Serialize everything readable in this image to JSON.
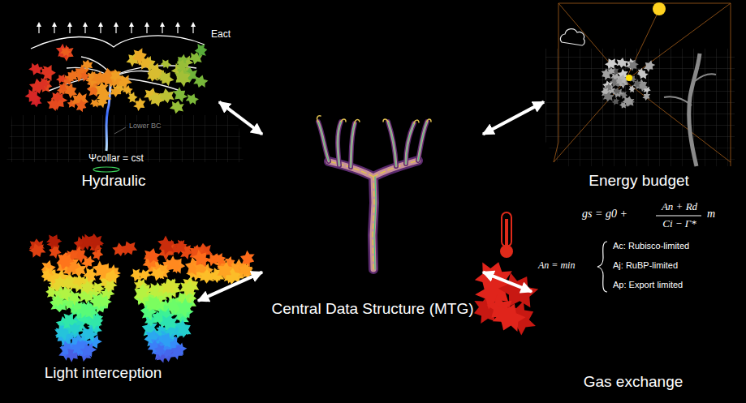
{
  "diagram": {
    "nodes": [
      {
        "text": [
          "Hydraulic"
        ]
      },
      {
        "text": [
          "Energy budget"
        ]
      },
      {
        "text": [
          "Central Data Structure (MTG)"
        ]
      },
      {
        "text": [
          "Light interception"
        ]
      },
      {
        "text": [
          "Gas exchange"
        ]
      }
    ],
    "edges": [
      {
        "from": 2,
        "to": 0,
        "arrow": "both"
      },
      {
        "from": 2,
        "to": 1,
        "arrow": "both"
      },
      {
        "from": 2,
        "to": 3,
        "arrow": "both"
      },
      {
        "from": 2,
        "to": 4,
        "arrow": "both"
      }
    ],
    "labels": [
      "Eact",
      "Lower BC",
      "Ψcollar = cst",
      "gs = g0 +",
      "An + Rd",
      "Ci − Γ*",
      "m",
      "An = min",
      "Ac: Rubisco-limited",
      "Aj: RuBP-limited",
      "Ap: Export limited"
    ]
  }
}
